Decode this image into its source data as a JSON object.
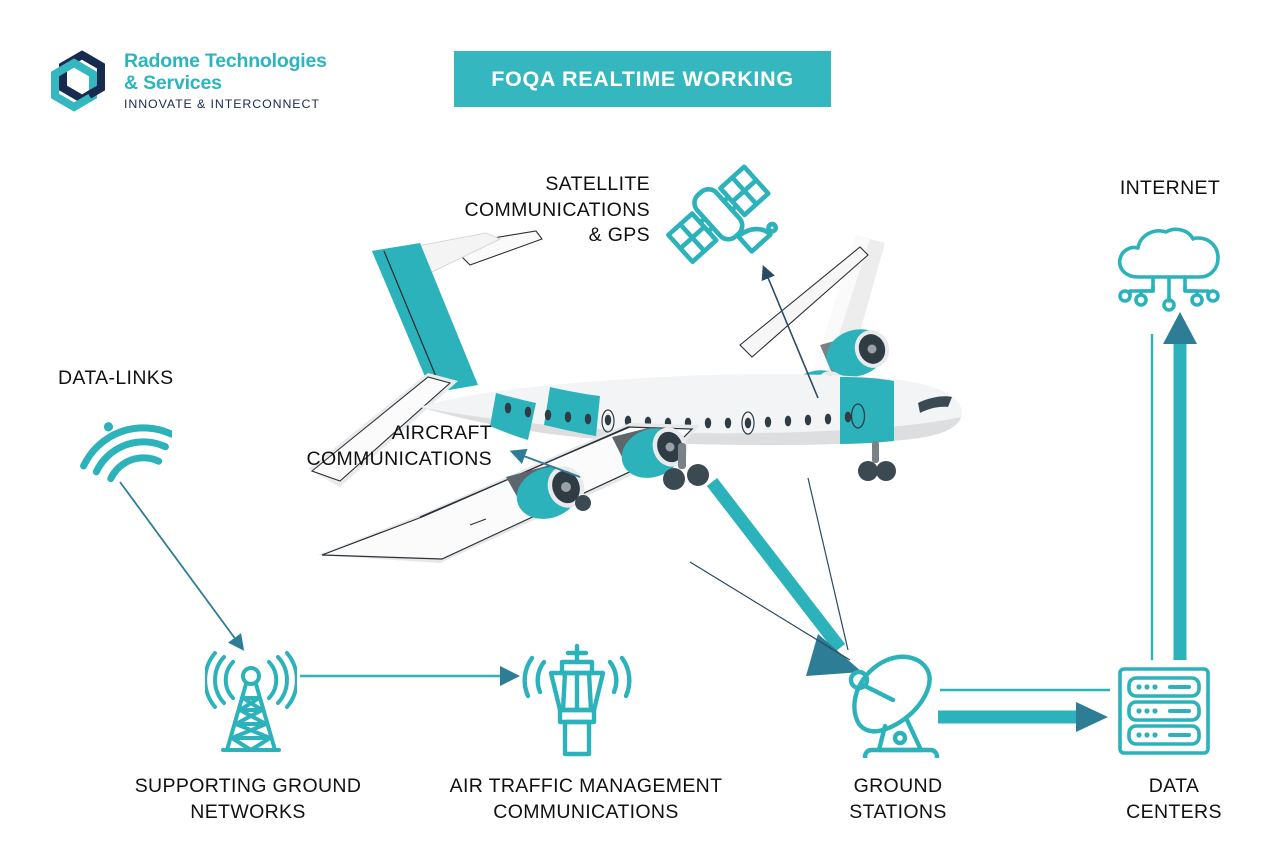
{
  "header": {
    "logo": {
      "name_line1": "Radome Technologies",
      "name_line2": "& Services",
      "tagline": "INNOVATE & INTERCONNECT",
      "mark_icon": "hexagon-ring-logo-icon",
      "brand_teal": "#2cb5bd",
      "brand_navy": "#1b2a4e"
    },
    "banner": {
      "title": "FOQA REALTIME WORKING",
      "background": "#35b7c0",
      "text_color": "#ffffff"
    }
  },
  "diagram": {
    "type": "infographic-flow",
    "background": "#ffffff",
    "accent_teal": "#2cb2bb",
    "accent_dark_teal": "#2e7d96",
    "accent_navy": "#2b4a63",
    "nodes": [
      {
        "id": "satellite",
        "label": "SATELLITE\nCOMMUNICATIONS\n& GPS",
        "icon": "satellite-icon",
        "label_align": "right"
      },
      {
        "id": "internet",
        "label": "INTERNET",
        "icon": "cloud-network-icon",
        "label_align": "center"
      },
      {
        "id": "datalinks",
        "label": "DATA-LINKS",
        "icon": "wifi-signal-icon",
        "label_align": "left"
      },
      {
        "id": "aircraft",
        "label": "AIRCRAFT\nCOMMUNICATIONS",
        "icon": "airplane-illustration",
        "label_align": "right"
      },
      {
        "id": "ground-networks",
        "label": "SUPPORTING GROUND\nNETWORKS",
        "icon": "radio-tower-icon",
        "label_align": "center"
      },
      {
        "id": "atm",
        "label": "AIR TRAFFIC MANAGEMENT\nCOMMUNICATIONS",
        "icon": "control-tower-icon",
        "label_align": "center"
      },
      {
        "id": "ground-stations",
        "label": "GROUND\nSTATIONS",
        "icon": "satellite-dish-icon",
        "label_align": "center"
      },
      {
        "id": "data-centers",
        "label": "DATA\nCENTERS",
        "icon": "server-rack-icon",
        "label_align": "center"
      }
    ],
    "connections": [
      {
        "from": "aircraft",
        "to": "satellite",
        "style": "thin-arrow",
        "color": "#2b4a63"
      },
      {
        "from": "aircraft",
        "to": "aircraft-label",
        "style": "thin-arrow",
        "color": "#2e7d96"
      },
      {
        "from": "datalinks",
        "to": "ground-networks",
        "style": "thin-arrow",
        "color": "#2e7d96"
      },
      {
        "from": "ground-networks",
        "to": "atm",
        "style": "thin-arrow",
        "color": "#2cb2bb"
      },
      {
        "from": "aircraft",
        "to": "ground-stations",
        "style": "thick-arrow",
        "color": "#2cb2bb"
      },
      {
        "from": "aircraft",
        "to": "ground-stations",
        "style": "thin-line",
        "color": "#2b4a63"
      },
      {
        "from": "ground-stations",
        "to": "data-centers",
        "style": "thick-arrow",
        "color": "#2cb2bb"
      },
      {
        "from": "ground-stations",
        "to": "data-centers",
        "style": "thin-line",
        "color": "#2cb2bb"
      },
      {
        "from": "data-centers",
        "to": "internet",
        "style": "thick-arrow",
        "color": "#2cb2bb"
      },
      {
        "from": "internet",
        "to": "data-centers",
        "style": "thin-line",
        "color": "#2cb2bb"
      }
    ],
    "aircraft_art": {
      "body_light": "#f2f3f4",
      "body_shadow": "#d8dadc",
      "accent": "#2cb2bb",
      "dark": "#3b4a52",
      "window_dark": "#2f3c44"
    }
  }
}
